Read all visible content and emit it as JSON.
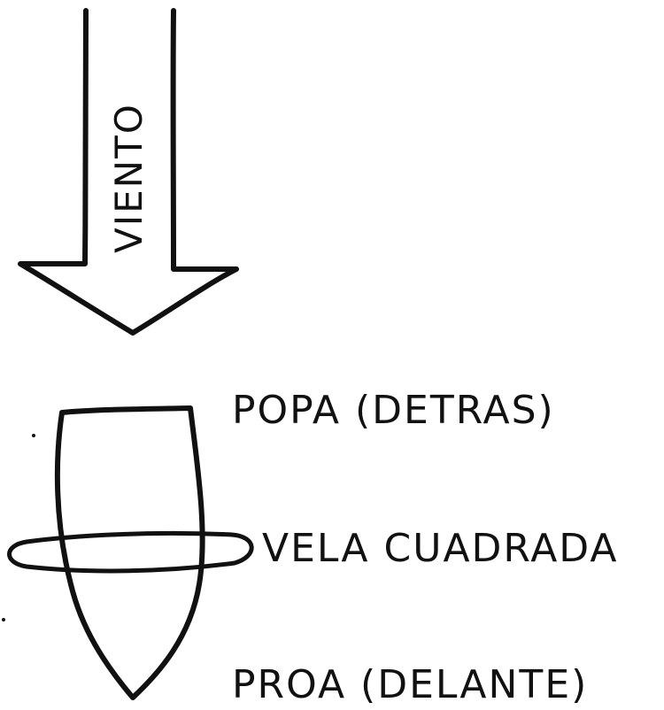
{
  "diagram": {
    "wind_label": "VIENTO",
    "stern_label": "POPA (DETRAS)",
    "sail_label": "VELA CUADRADA",
    "bow_label": "PROA (DELANTE)",
    "ink_color": "#111111",
    "background_color": "#ffffff"
  }
}
